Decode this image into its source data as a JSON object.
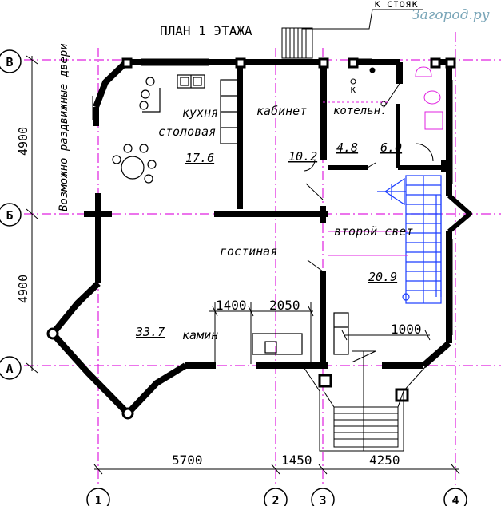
{
  "title": "ПЛАН 1 ЭТАЖА",
  "watermark": "Загород.ру",
  "note_riser": "к стояк",
  "note_k": "к",
  "side_note": "Возможно раздвижные двери",
  "rooms": {
    "kitchen_line1": "кухня",
    "kitchen_line2": "столовая",
    "kitchen_area": "17.6",
    "office": "кабинет",
    "office_area": "10.2",
    "boiler": "котельн.",
    "boiler_area": "4.8",
    "bath_area": "6.0",
    "second_light": "второй свет",
    "living": "гостиная",
    "living_area": "20.9",
    "fireplace_area_value": "33.7",
    "fireplace": "камин"
  },
  "dimensions": {
    "vertical_top": "4900",
    "vertical_bottom": "4900",
    "inner_1400": "1400",
    "inner_2050": "2050",
    "inner_1000": "1000",
    "bottom_5700": "5700",
    "bottom_1450": "1450",
    "bottom_4250": "4250"
  },
  "axes": {
    "row_top": "В",
    "row_mid": "Б",
    "row_bottom": "А",
    "col_1": "1",
    "col_2": "2",
    "col_3": "3",
    "col_4": "4"
  },
  "colors": {
    "walls": "#000000",
    "axis_lines": "#e020e0",
    "stairs": "#1a3cff",
    "watermark": "#7aa6b8"
  }
}
